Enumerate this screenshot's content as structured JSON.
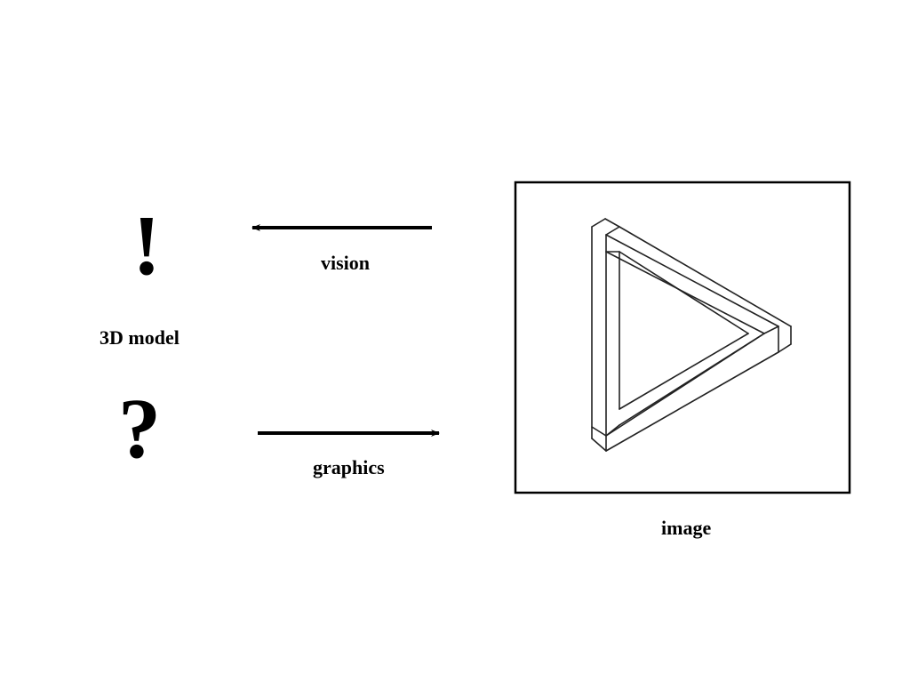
{
  "slide": {
    "symbols": {
      "exclamation": "!",
      "question": "?"
    },
    "labels": {
      "model": "3D model",
      "vision": "vision",
      "graphics": "graphics",
      "image": "image"
    },
    "colors": {
      "ink": "#000000",
      "background": "#ffffff"
    }
  }
}
